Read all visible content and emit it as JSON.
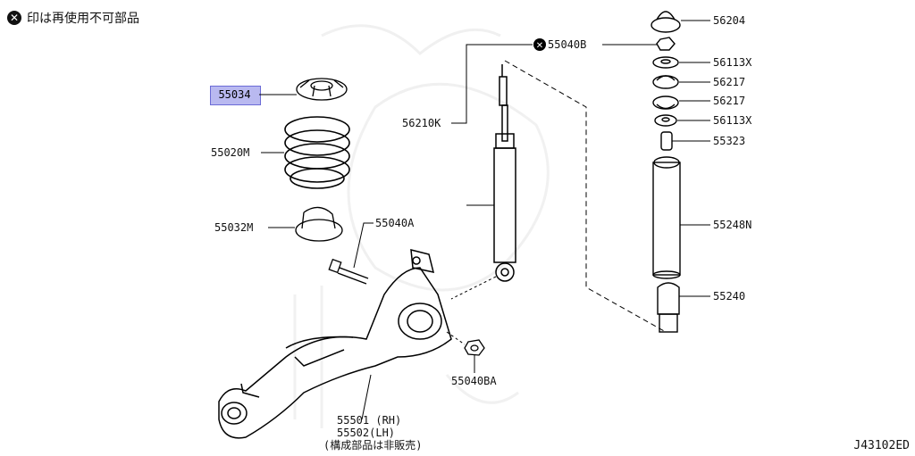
{
  "legend": {
    "icon": "x-circle-icon",
    "text": "印は再使用不可部品"
  },
  "highlight_part": "55034",
  "parts": [
    {
      "number": "56204"
    },
    {
      "number": "55040B",
      "non_reusable": true
    },
    {
      "number": "56113X"
    },
    {
      "number": "56217"
    },
    {
      "number": "56217"
    },
    {
      "number": "56113X"
    },
    {
      "number": "55323"
    },
    {
      "number": "55248N"
    },
    {
      "number": "55240"
    },
    {
      "number": "56210K"
    },
    {
      "number": "55020M"
    },
    {
      "number": "55032M"
    },
    {
      "number": "55040A"
    },
    {
      "number": "55040BA"
    },
    {
      "number": "55501 (RH)"
    },
    {
      "number": "55502(LH)"
    },
    {
      "number": "(構成部品は非販売)"
    }
  ],
  "diagram_code": "J43102ED"
}
